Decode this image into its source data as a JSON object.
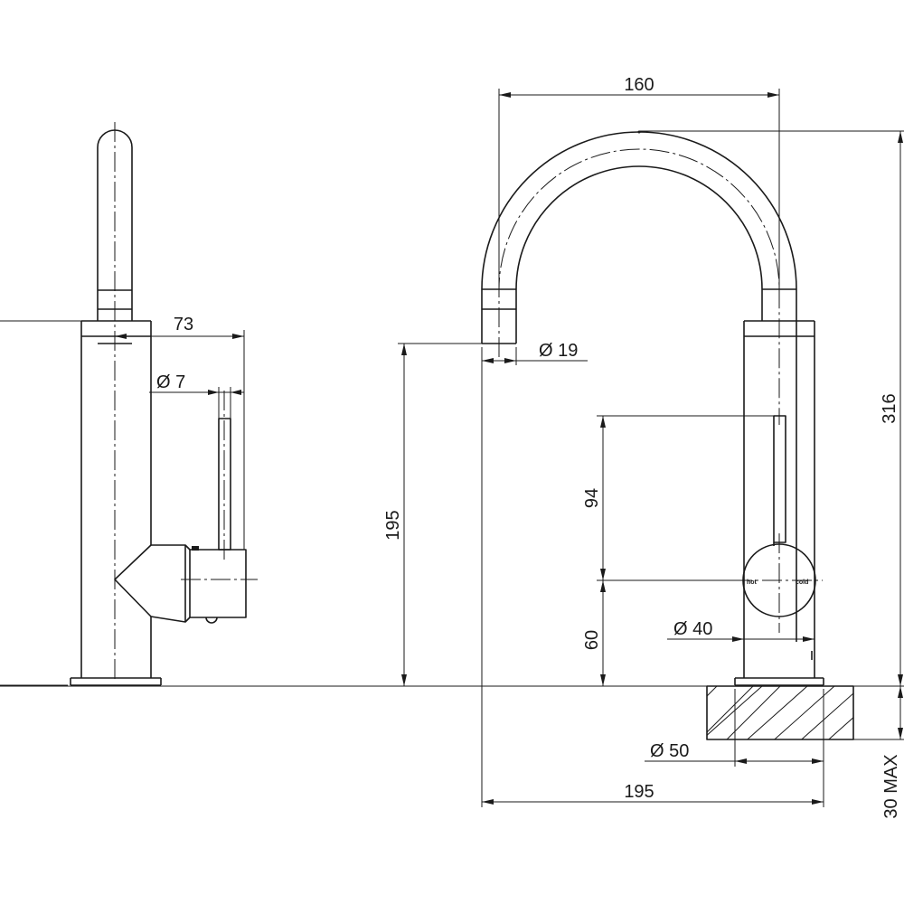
{
  "side_view": {
    "dim_handle_reach": "73",
    "dim_lever_dia": "Ø 7"
  },
  "front_view": {
    "dim_spout_width": "160",
    "dim_spout_dia": "Ø 19",
    "dim_spout_height": "195",
    "dim_lever_height": "94",
    "dim_body_height": "60",
    "dim_body_dia": "Ø 40",
    "dim_total_height": "316",
    "dim_base_dia": "Ø 50",
    "dim_overall_reach": "195",
    "dim_mount_thickness": "30 MAX",
    "label_hot": "hot",
    "label_cold": "cold"
  }
}
